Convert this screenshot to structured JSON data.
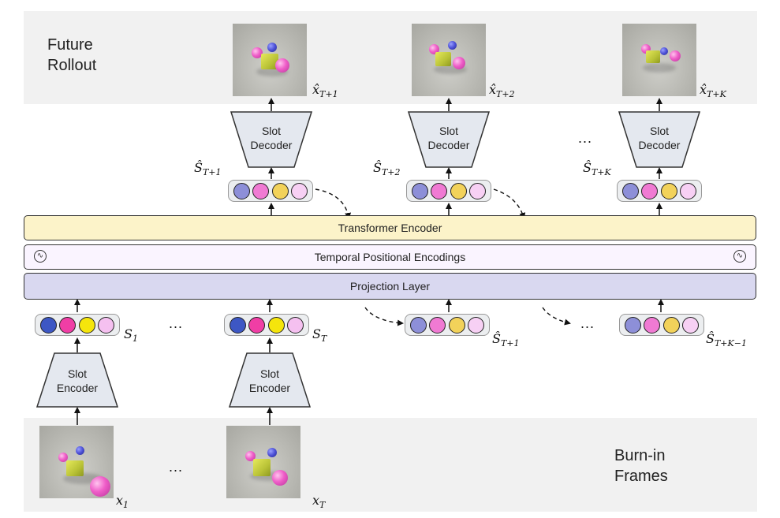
{
  "top_band": {
    "title_line1": "Future",
    "title_line2": "Rollout"
  },
  "bottom_band": {
    "title_line1": "Burn-in",
    "title_line2": "Frames"
  },
  "layers": {
    "transformer": "Transformer Encoder",
    "temporal": "Temporal Positional Encodings",
    "projection": "Projection Layer"
  },
  "decoder": {
    "line1": "Slot",
    "line2": "Decoder"
  },
  "encoder": {
    "line1": "Slot",
    "line2": "Encoder"
  },
  "ellipsis": "...",
  "wave_symbol": "∿",
  "labels": {
    "xhat_t1": {
      "base": "x̂",
      "sub": "T+1"
    },
    "xhat_t2": {
      "base": "x̂",
      "sub": "T+2"
    },
    "xhat_tk": {
      "base": "x̂",
      "sub": "T+K"
    },
    "shat_t1_top": {
      "base": "Ŝ",
      "sub": "T+1"
    },
    "shat_t2_top": {
      "base": "Ŝ",
      "sub": "T+2"
    },
    "shat_tk_top": {
      "base": "Ŝ",
      "sub": "T+K"
    },
    "s_1": {
      "base": "S",
      "sub": "1"
    },
    "s_t": {
      "base": "S",
      "sub": "T"
    },
    "shat_t1_bottom": {
      "base": "Ŝ",
      "sub": "T+1"
    },
    "shat_tk1_bottom": {
      "base": "Ŝ",
      "sub": "T+K−1"
    },
    "x_1": {
      "base": "x",
      "sub": "1"
    },
    "x_t": {
      "base": "x",
      "sub": "T"
    }
  },
  "colors": {
    "band": "#f1f1f1",
    "transformer": "#fcf3c9",
    "temporal": "#faf4ff",
    "projection": "#d9d8f0",
    "encoder_fill": "#e4e8ef",
    "slot_true": [
      "#3d57c4",
      "#f03ea5",
      "#f5e50c",
      "#f5c0f0"
    ],
    "slot_pred": [
      "#8d8fd8",
      "#f07ad3",
      "#f2d25a",
      "#f7d0f4"
    ]
  }
}
